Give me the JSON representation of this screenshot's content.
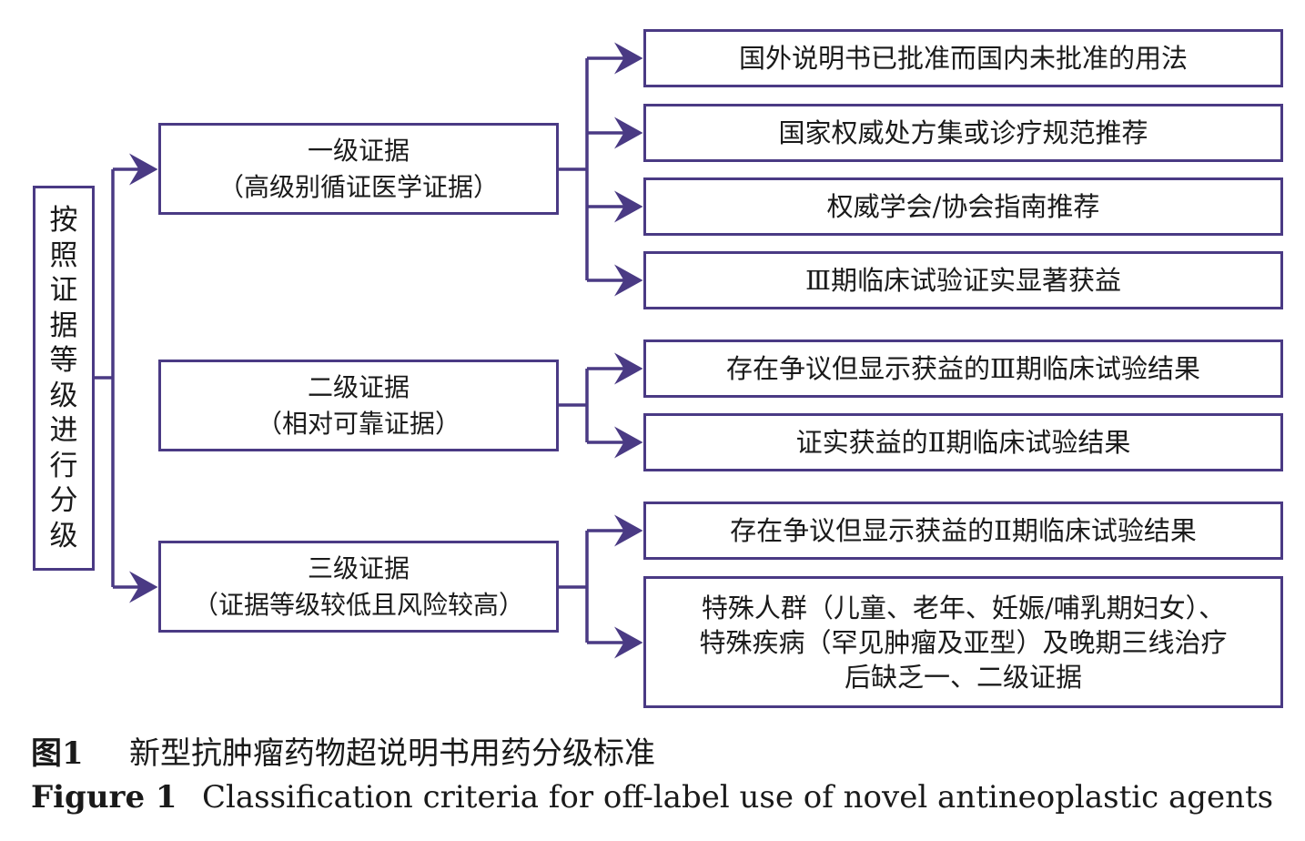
{
  "root": {
    "label": "按照证据等级进行分级"
  },
  "levels": [
    {
      "title": "一级证据",
      "subtitle": "（高级别循证医学证据）"
    },
    {
      "title": "二级证据",
      "subtitle": "（相对可靠证据）"
    },
    {
      "title": "三级证据",
      "subtitle": "（证据等级较低且风险较高）"
    }
  ],
  "leaves": [
    {
      "level": 1,
      "lines": [
        "国外说明书已批准而国内未批准的用法"
      ]
    },
    {
      "level": 1,
      "lines": [
        "国家权威处方集或诊疗规范推荐"
      ]
    },
    {
      "level": 1,
      "lines": [
        "权威学会/协会指南推荐"
      ]
    },
    {
      "level": 1,
      "lines": [
        "Ⅲ期临床试验证实显著获益"
      ]
    },
    {
      "level": 2,
      "lines": [
        "存在争议但显示获益的Ⅲ期临床试验结果"
      ]
    },
    {
      "level": 2,
      "lines": [
        "证实获益的Ⅱ期临床试验结果"
      ]
    },
    {
      "level": 3,
      "lines": [
        "存在争议但显示获益的Ⅱ期临床试验结果"
      ]
    },
    {
      "level": 3,
      "lines": [
        "特殊人群（儿童、老年、妊娠/哺乳期妇女）、",
        "特殊疾病（罕见肿瘤及亚型）及晚期三线治疗",
        "后缺乏一、二级证据"
      ]
    }
  ],
  "caption": {
    "zh_label": "图1",
    "zh_text": "新型抗肿瘤药物超说明书用药分级标准",
    "en_label": "Figure 1",
    "en_text": "Classification criteria for off-label use of novel antineoplastic agents"
  },
  "colors": {
    "stroke": "#4a3a84",
    "text": "#1a1a1a"
  }
}
